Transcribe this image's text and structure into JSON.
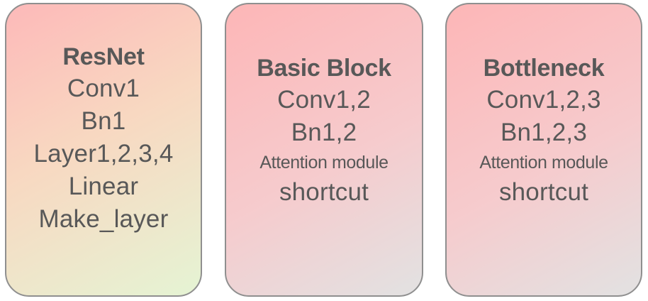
{
  "boxes": [
    {
      "title": "ResNet",
      "items": [
        "Conv1",
        "Bn1",
        "Layer1,2,3,4",
        "Linear",
        "Make_layer"
      ]
    },
    {
      "title": "Basic Block",
      "items": [
        "Conv1,2",
        "Bn1,2",
        "Attention module",
        "shortcut"
      ]
    },
    {
      "title": "Bottleneck",
      "items": [
        "Conv1,2,3",
        "Bn1,2,3",
        "Attention module",
        "shortcut"
      ]
    }
  ],
  "colors": {
    "border": "#8f8f8f",
    "text": "#585858",
    "box1_gradient": [
      "#fdb9b9",
      "#f8d8c1",
      "#e5f4d4"
    ],
    "box2_gradient": [
      "#fdb6b7",
      "#f6cbcd",
      "#e2e2e2"
    ],
    "box3_gradient": [
      "#fdb6b7",
      "#f6cbcd",
      "#e2e2e2"
    ]
  }
}
